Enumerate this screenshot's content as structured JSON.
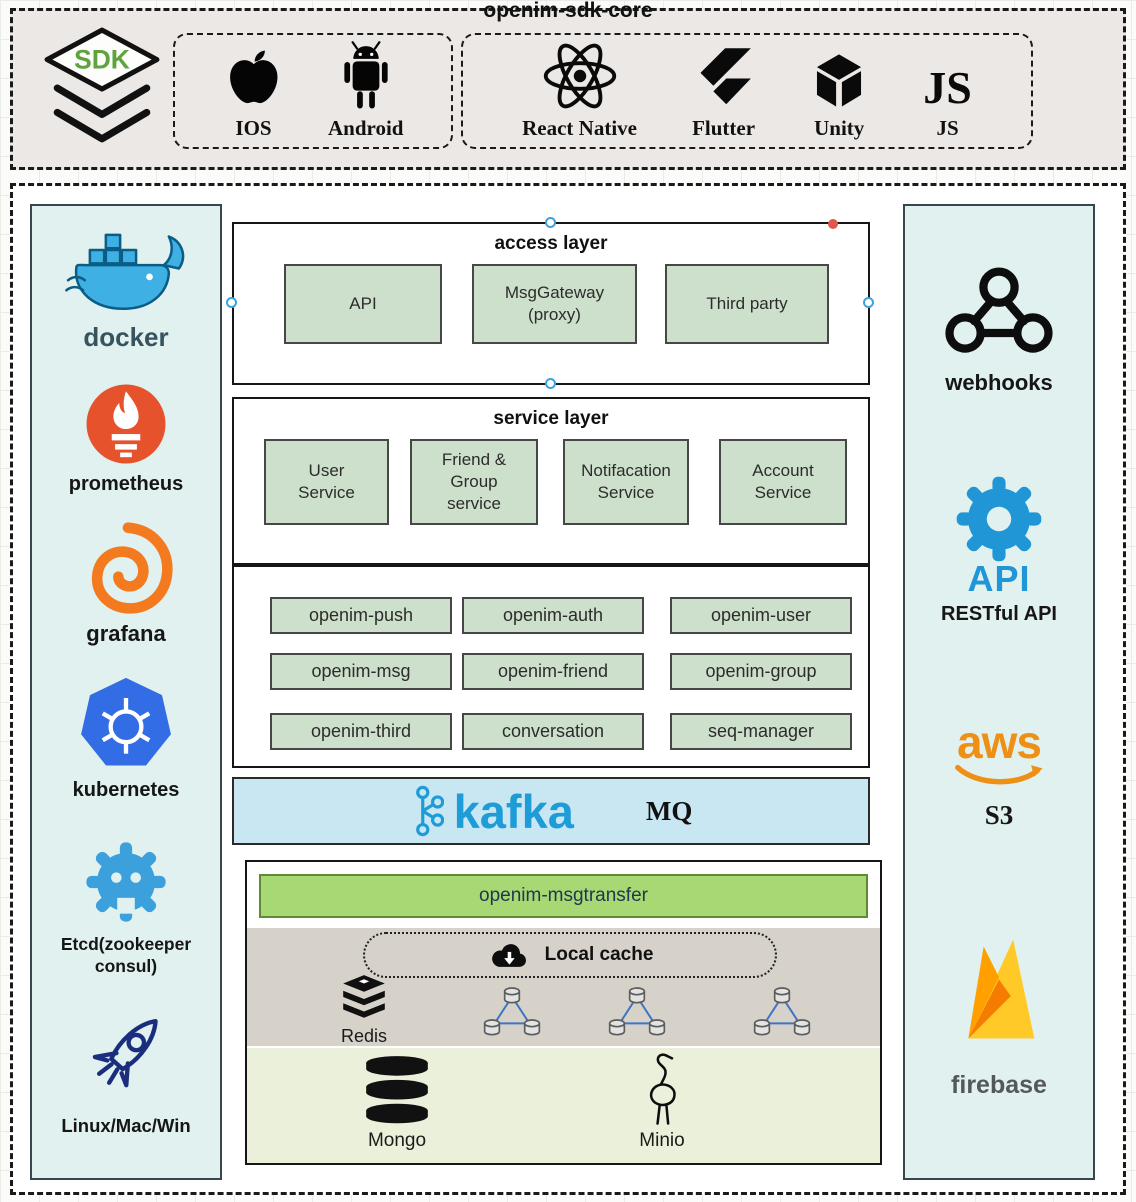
{
  "colors": {
    "green_box": "#cde0cb",
    "kafka_bar_bg": "#c9e7f2",
    "kafka_blue": "#1e9cd8",
    "msgtransfer_green": "#a8d873",
    "sidebar_cyan": "#e0f1ef",
    "sdk_panel_gray": "#ece8e6",
    "docker_blue": "#3fb0e3",
    "prometheus_orange": "#e6522c",
    "grafana_orange": "#f47a20",
    "kubernetes_blue": "#326de6",
    "etcd_blue": "#3ba0dc",
    "restful_blue": "#2196d6",
    "aws_orange": "#ee9016",
    "firebase_yellow": "#ffca28"
  },
  "sdk_panel": {
    "title": "openim-sdk-core",
    "sdk_badge": "SDK",
    "platforms_native": [
      {
        "label": "IOS"
      },
      {
        "label": "Android"
      }
    ],
    "platforms_cross": [
      {
        "label": "React Native"
      },
      {
        "label": "Flutter"
      },
      {
        "label": "Unity"
      },
      {
        "label": "JS",
        "glyph": "JS"
      }
    ]
  },
  "left_sidebar": [
    {
      "label": "docker"
    },
    {
      "label": "prometheus"
    },
    {
      "label": "grafana"
    },
    {
      "label": "kubernetes"
    },
    {
      "label": "Etcd(zookeeper consul)"
    },
    {
      "label": "Linux/Mac/Win"
    }
  ],
  "right_sidebar": [
    {
      "label": "webhooks"
    },
    {
      "label": "RESTful API",
      "icon_text": "API"
    },
    {
      "label": "S3",
      "icon_text": "aws"
    },
    {
      "label": "firebase"
    }
  ],
  "access_layer": {
    "title": "access layer",
    "boxes": [
      {
        "label": "API"
      },
      {
        "label": "MsgGateway (proxy)"
      },
      {
        "label": "Third party"
      }
    ]
  },
  "service_layer": {
    "title": "service layer",
    "boxes": [
      {
        "label": "User Service"
      },
      {
        "label": "Friend & Group service"
      },
      {
        "label": "Notifacation Service"
      },
      {
        "label": "Account Service"
      }
    ]
  },
  "microservices": [
    {
      "label": "openim-push"
    },
    {
      "label": "openim-auth"
    },
    {
      "label": "openim-user"
    },
    {
      "label": "openim-msg"
    },
    {
      "label": "openim-friend"
    },
    {
      "label": "openim-group"
    },
    {
      "label": "openim-third"
    },
    {
      "label": "conversation"
    },
    {
      "label": "seq-manager"
    }
  ],
  "mq": {
    "kafka_word": "kafka",
    "label": "MQ"
  },
  "storage": {
    "msgtransfer": "openim-msgtransfer",
    "local_cache": "Local cache",
    "redis": "Redis",
    "mongo": "Mongo",
    "minio": "Minio"
  }
}
